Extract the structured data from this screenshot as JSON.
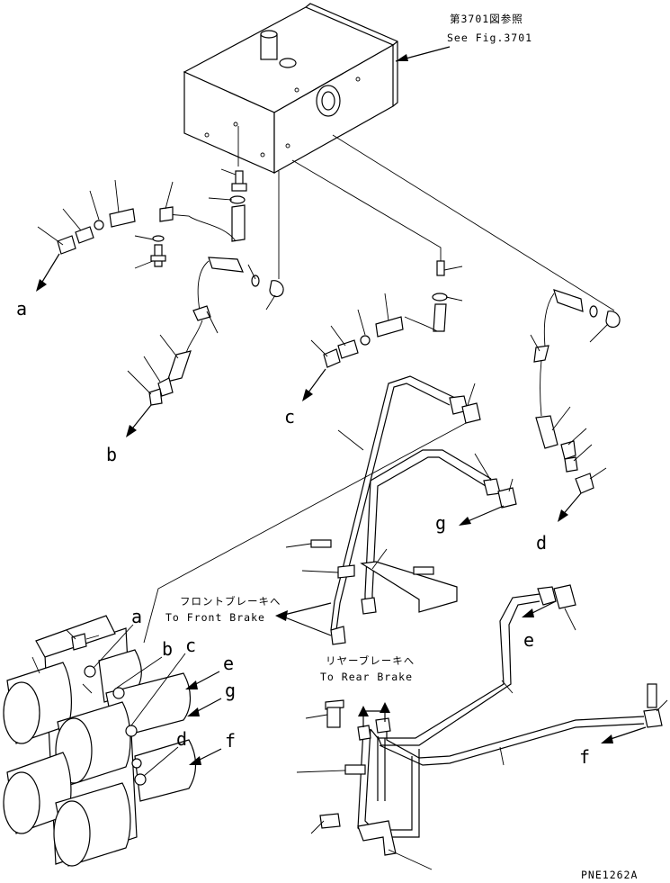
{
  "tank_ref": {
    "jp": "第3701図参照",
    "en": "See Fig.3701"
  },
  "front_brake": {
    "jp": "フロントブレーキへ",
    "en": "To Front Brake"
  },
  "rear_brake": {
    "jp": "リヤーブレーキへ",
    "en": "To Rear Brake"
  },
  "drawing_code": "PNE1262A",
  "line_labels": {
    "a": "a",
    "b": "b",
    "c": "c",
    "d": "d",
    "e": "e",
    "f": "f",
    "g": "g"
  },
  "valve_labels": {
    "a": "a",
    "b": "b",
    "c": "c",
    "d": "d",
    "e": "e",
    "f": "f",
    "g": "g"
  }
}
